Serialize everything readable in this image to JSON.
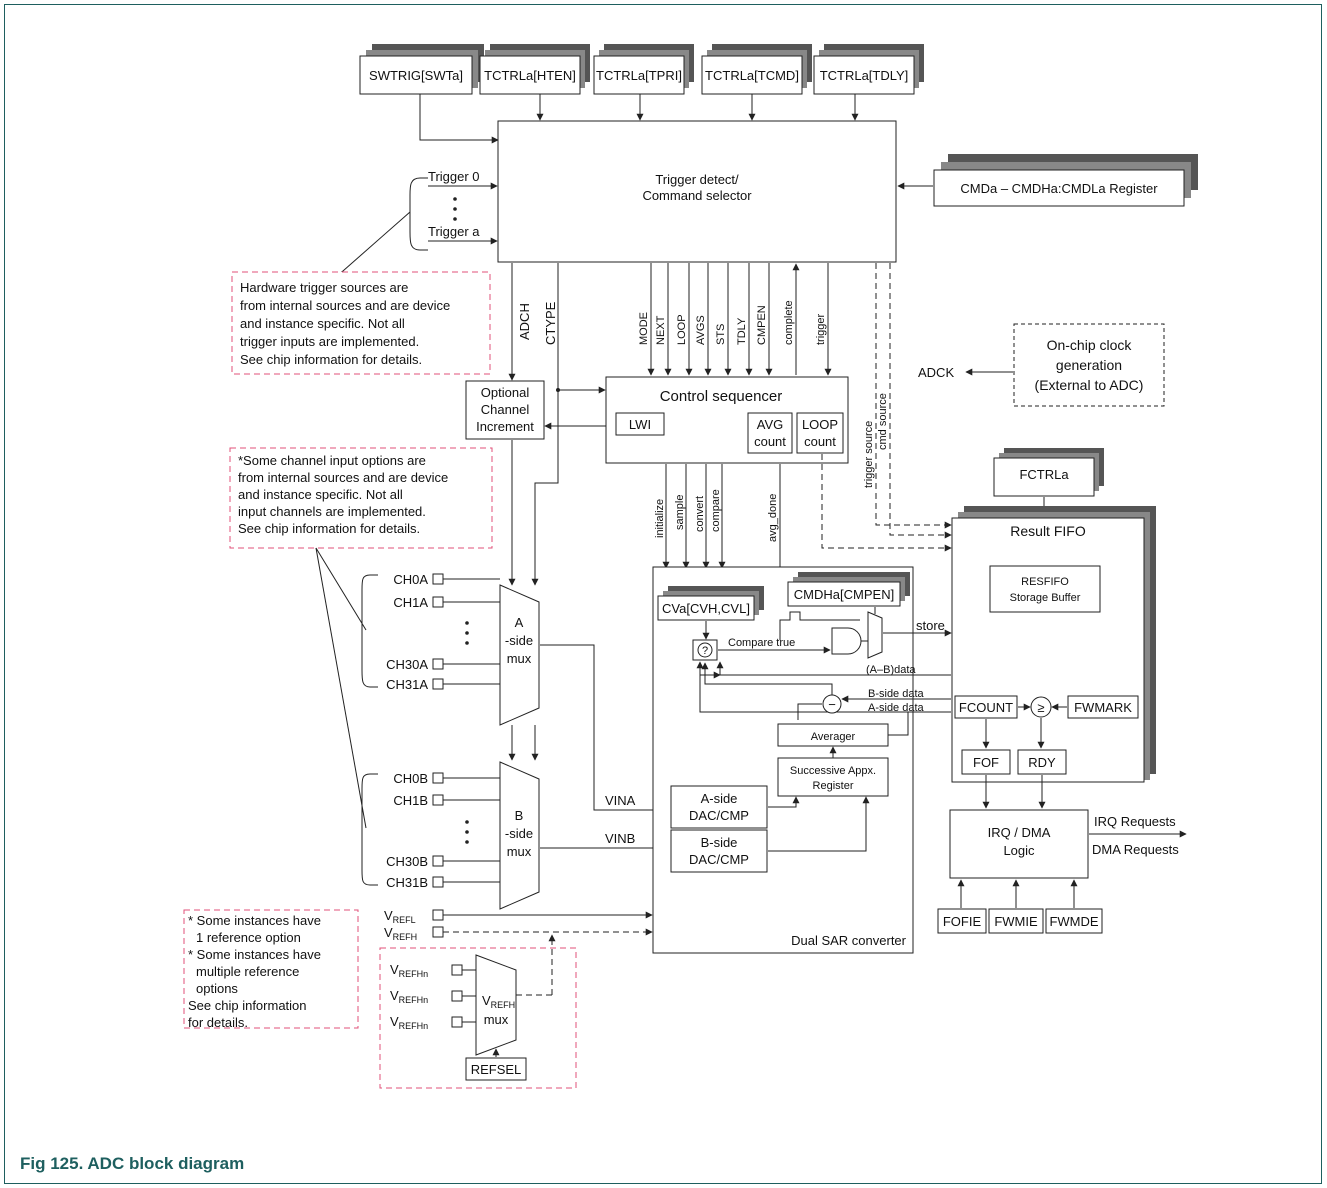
{
  "caption": "Fig 125. ADC block diagram",
  "registers_top": [
    "SWTRIG[SWTa]",
    "TCTRLa[HTEN]",
    "TCTRLa[TPRI]",
    "TCTRLa[TCMD]",
    "TCTRLa[TDLY]"
  ],
  "trigger_block": {
    "line1": "Trigger detect/",
    "line2": "Command selector",
    "trigger0": "Trigger 0",
    "trigger_a": "Trigger a"
  },
  "cmd_register": "CMDa – CMDHa:CMDLa Register",
  "note_hw_trigger": [
    "Hardware trigger sources are",
    "from internal sources and are device",
    "and instance specific. Not all",
    "trigger inputs are implemented.",
    "See chip information for details."
  ],
  "note_channels": [
    "*Some channel input options are",
    "from internal sources and are device",
    "and instance specific. Not all",
    "input channels are implemented.",
    "See chip information for details."
  ],
  "signals_vertical": [
    "ADCH",
    "CTYPE",
    "MODE",
    "NEXT",
    "LOOP",
    "AVGS",
    "STS",
    "TDLY",
    "CMPEN",
    "complete",
    "trigger",
    "trigger source",
    "cmd source"
  ],
  "seq_signals": [
    "initialize",
    "sample",
    "convert",
    "compare",
    "avg_done"
  ],
  "optional_channel": [
    "Optional",
    "Channel",
    "Increment"
  ],
  "control_sequencer": {
    "title": "Control sequencer",
    "lwi": "LWI",
    "avg": [
      "AVG",
      "count"
    ],
    "loop": [
      "LOOP",
      "count"
    ]
  },
  "clock_block": {
    "lines": [
      "On-chip clock",
      "generation",
      "(External to ADC)"
    ],
    "adck": "ADCK"
  },
  "fctrl": "FCTRLa",
  "result_fifo": {
    "title": "Result FIFO",
    "resfifo": [
      "RESFIFO",
      "Storage Buffer"
    ],
    "fcount": "FCOUNT",
    "compare_symbol": "≥",
    "fwmark": "FWMARK",
    "fof": "FOF",
    "rdy": "RDY"
  },
  "irq_block": {
    "lines": [
      "IRQ / DMA",
      "Logic"
    ],
    "outputs": [
      "IRQ Requests",
      "DMA Requests"
    ],
    "enables": [
      "FOFIE",
      "FWMIE",
      "FWMDE"
    ]
  },
  "sar": {
    "title": "Dual SAR converter",
    "cva": "CVa[CVH,CVL]",
    "cmdh": "CMDHa[CMPEN]",
    "compare_true": "Compare true",
    "store": "store",
    "ab_data": "(A–B)data",
    "b_side_data": "B-side data",
    "a_side_data": "A-side data",
    "averager": "Averager",
    "sar_register": [
      "Successive Appx.",
      "Register"
    ],
    "a_dac": [
      "A-side",
      "DAC/CMP"
    ],
    "b_dac": [
      "B-side",
      "DAC/CMP"
    ],
    "vina": "VINA",
    "vinb": "VINB",
    "question": "?",
    "minus": "−"
  },
  "mux_a": {
    "lines": [
      "A",
      "-side",
      "mux"
    ],
    "inputs": [
      "CH0A",
      "CH1A",
      "CH30A",
      "CH31A"
    ]
  },
  "mux_b": {
    "lines": [
      "B",
      "-side",
      "mux"
    ],
    "inputs": [
      "CH0B",
      "CH1B",
      "CH30B",
      "CH31B"
    ]
  },
  "vref": {
    "refl_main": "V",
    "refl_sub": "REFL",
    "refh_main": "V",
    "refh_sub": "REFH",
    "refhn_main": "V",
    "refhn_sub": "REFHn",
    "mux_main": "V",
    "mux_sub": "REFH",
    "mux_word": "mux",
    "refsel": "REFSEL"
  },
  "note_vref": [
    "* Some instances have",
    "1 reference option",
    "* Some instances have",
    "multiple reference",
    "options",
    "See chip information",
    "for details."
  ],
  "colors": {
    "caption": "#1e5f5f",
    "note_border": "#e0507a",
    "line": "#222222",
    "shadow": "#555555"
  }
}
